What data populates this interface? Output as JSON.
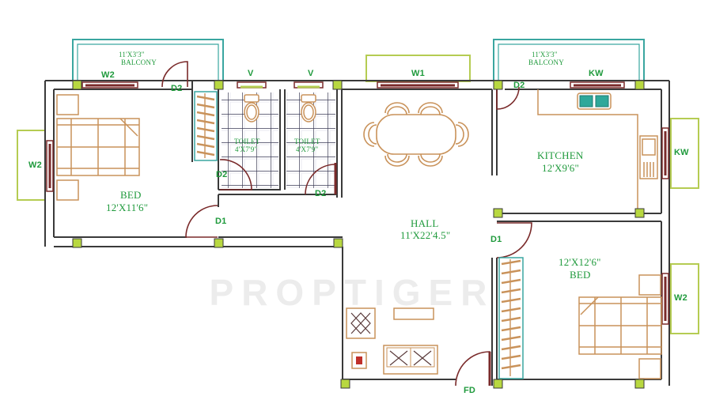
{
  "diagram": {
    "type": "floor-plan",
    "colors": {
      "wall": "#3a3a3a",
      "window_frame": "#7a2a2a",
      "balcony_rail": "#3aa6a0",
      "window_projection": "#b5cc52",
      "column": "#b8d840",
      "furniture": "#c9925a",
      "label": "#1f9a3c",
      "tile_grid": "#3a3a55"
    },
    "rooms": [
      {
        "id": "balcony-1",
        "name": "BALCONY",
        "size": "11'X3'3\""
      },
      {
        "id": "bed-1",
        "name": "BED",
        "size": "12'X11'6\""
      },
      {
        "id": "toilet-1",
        "name": "TOILET",
        "size": "4'X7'9\""
      },
      {
        "id": "toilet-2",
        "name": "TOILET",
        "size": "4'X7'9\""
      },
      {
        "id": "hall",
        "name": "HALL",
        "size": "11'X22'4.5\""
      },
      {
        "id": "balcony-2",
        "name": "BALCONY",
        "size": "11'X3'3\""
      },
      {
        "id": "kitchen",
        "name": "KITCHEN",
        "size": "12'X9'6\""
      },
      {
        "id": "bed-2",
        "name": "BED",
        "size": "12'X12'6\""
      }
    ],
    "openings": {
      "w2_top": "W2",
      "w2_left": "W2",
      "w2_right": "W2",
      "w1": "W1",
      "v1": "V",
      "v2": "V",
      "kw_top": "KW",
      "kw_right": "KW",
      "d2_bed_balcony": "D2",
      "d2_toilet1": "D2",
      "d2_toilet2": "D2",
      "d2_kitchen_balcony": "D2",
      "d1_bed1": "D1",
      "d1_bed2": "D1",
      "main_door": "FD"
    },
    "watermark": "PROPTIGER"
  }
}
